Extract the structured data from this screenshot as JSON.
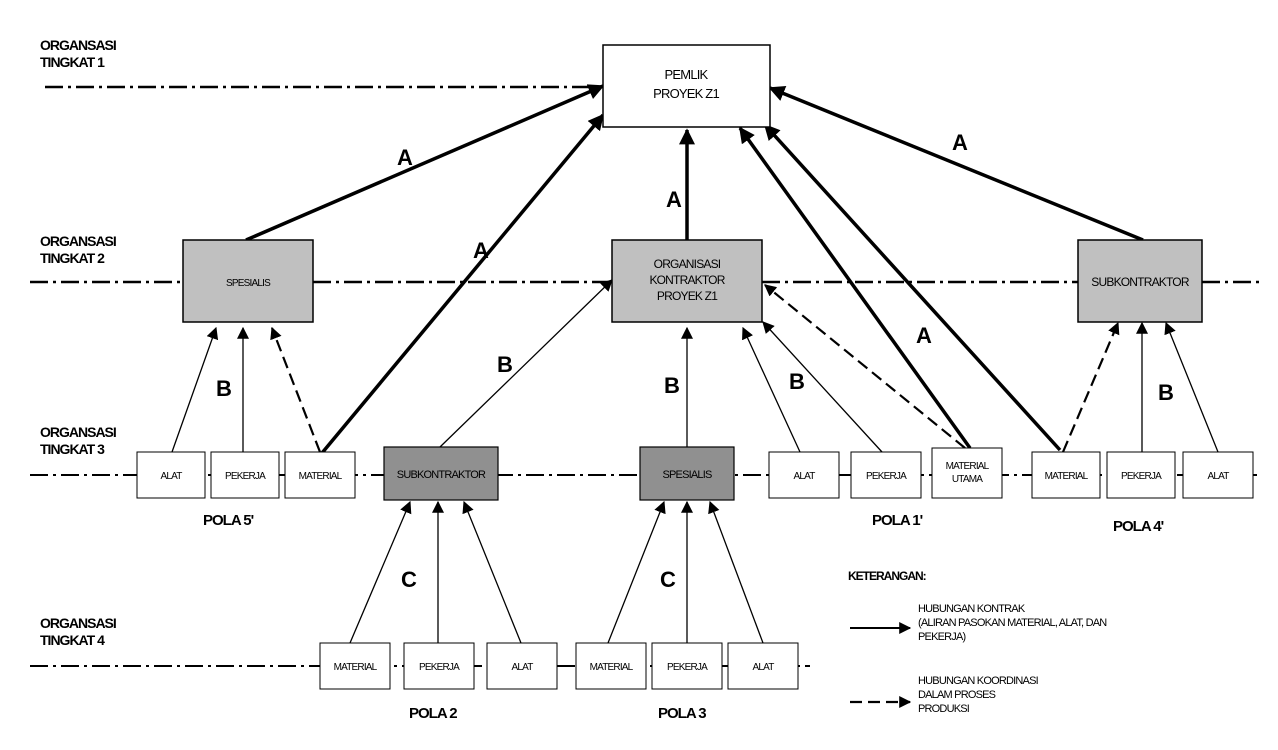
{
  "levels": {
    "l1": [
      "ORGANSASI",
      "TINGKAT 1"
    ],
    "l2": [
      "ORGANSASI",
      "TINGKAT 2"
    ],
    "l3": [
      "ORGANSASI",
      "TINGKAT 3"
    ],
    "l4": [
      "ORGANSASI",
      "TINGKAT 4"
    ]
  },
  "boxes": {
    "owner": [
      "PEMLIK",
      "PROYEK Z1"
    ],
    "spesialis_top": [
      "SPESIALIS"
    ],
    "kontraktor": [
      "ORGANISASI",
      "KONTRAKTOR",
      "PROYEK Z1"
    ],
    "subkontraktor_top": [
      "SUBKONTRAKTOR"
    ],
    "alat_5": "ALAT",
    "pekerja_5": "PEKERJA",
    "material_5": "MATERIAL",
    "subkontraktor_mid": "SUBKONTRAKTOR",
    "spesialis_mid": "SPESIALIS",
    "alat_1": "ALAT",
    "pekerja_1": "PEKERJA",
    "material_utama": [
      "MATERIAL",
      "UTAMA"
    ],
    "material_4": "MATERIAL",
    "pekerja_4": "PEKERJA",
    "alat_4": "ALAT",
    "material_2": "MATERIAL",
    "pekerja_2": "PEKERJA",
    "alat_2": "ALAT",
    "material_3": "MATERIAL",
    "pekerja_3": "PEKERJA",
    "alat_3": "ALAT"
  },
  "edge_labels": {
    "a": "A",
    "b": "B",
    "c": "C"
  },
  "patterns": {
    "pola5": "POLA 5'",
    "pola1": "POLA 1'",
    "pola4": "POLA 4'",
    "pola2": "POLA 2",
    "pola3": "POLA 3"
  },
  "legend": {
    "title": "KETERANGAN:",
    "contract": [
      "HUBUNGAN KONTRAK",
      "(ALIRAN PASOKAN MATERIAL, ALAT, DAN",
      "PEKERJA)"
    ],
    "coordination": [
      "HUBUNGAN KOORDINASI",
      "DALAM PROSES",
      "PRODUKSI"
    ]
  },
  "colors": {
    "box_light": "#c0c0c0",
    "box_dark": "#909090",
    "box_white": "#ffffff",
    "stroke": "#000000"
  }
}
